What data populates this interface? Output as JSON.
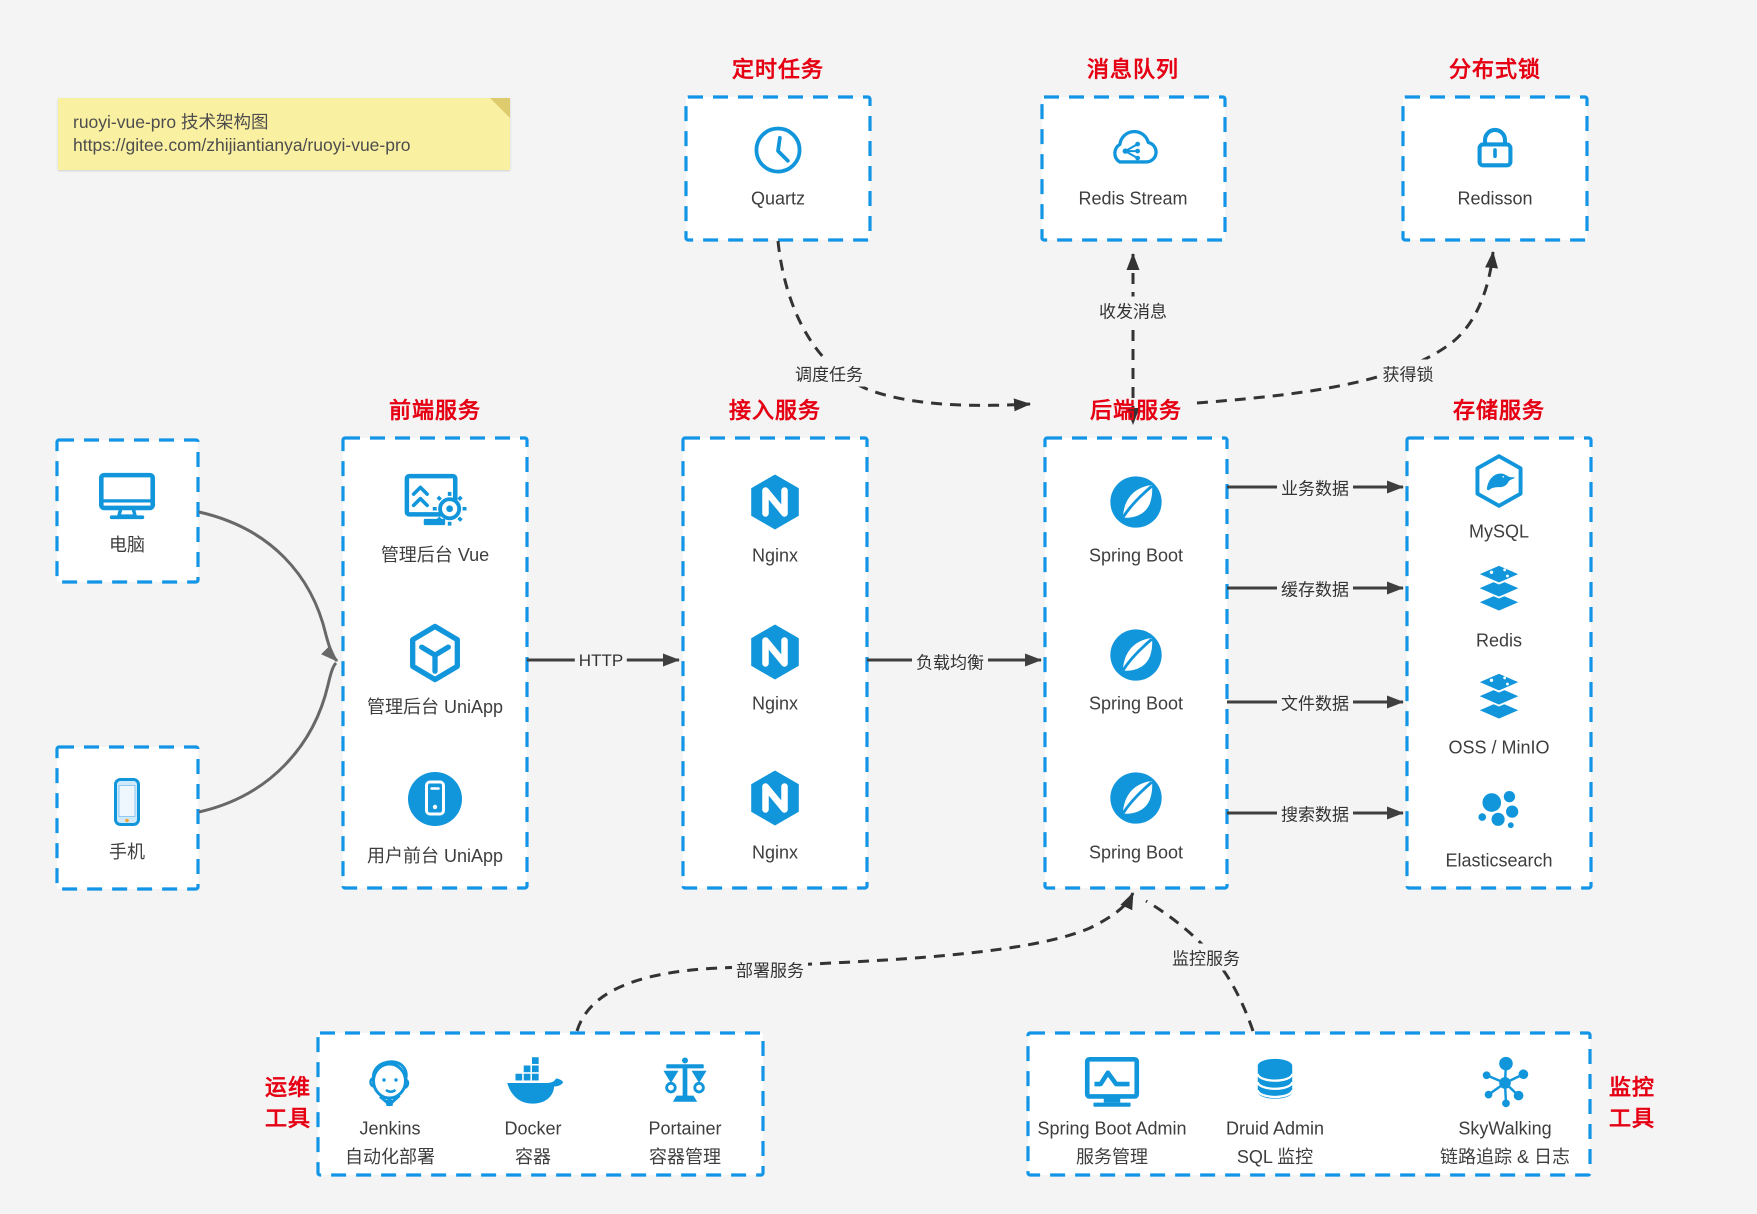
{
  "note": {
    "line1": "ruoyi-vue-pro 技术架构图",
    "line2": "https://gitee.com/zhijiantianya/ruoyi-vue-pro"
  },
  "top_groups": [
    {
      "label": "定时任务",
      "item": "Quartz",
      "icon": "clock-icon"
    },
    {
      "label": "消息队列",
      "item": "Redis Stream",
      "icon": "cloud-share-icon"
    },
    {
      "label": "分布式锁",
      "item": "Redisson",
      "icon": "lock-icon"
    }
  ],
  "clients": [
    {
      "label": "电脑",
      "icon": "desktop-icon"
    },
    {
      "label": "手机",
      "icon": "phone-icon"
    }
  ],
  "columns": [
    {
      "label": "前端服务",
      "items": [
        {
          "label": "管理后台 Vue"
        },
        {
          "label": "管理后台 UniApp"
        },
        {
          "label": "用户前台 UniApp"
        }
      ]
    },
    {
      "label": "接入服务",
      "items": [
        {
          "label": "Nginx"
        },
        {
          "label": "Nginx"
        },
        {
          "label": "Nginx"
        }
      ]
    },
    {
      "label": "后端服务",
      "items": [
        {
          "label": "Spring Boot"
        },
        {
          "label": "Spring Boot"
        },
        {
          "label": "Spring Boot"
        }
      ]
    },
    {
      "label": "存储服务",
      "items": [
        {
          "label": "MySQL"
        },
        {
          "label": "Redis"
        },
        {
          "label": "OSS / MinIO"
        },
        {
          "label": "Elasticsearch"
        }
      ]
    }
  ],
  "edges": {
    "http": "HTTP",
    "load_balance": "负载均衡",
    "schedule": "调度任务",
    "message": "收发消息",
    "lock": "获得锁",
    "data_flows": [
      "业务数据",
      "缓存数据",
      "文件数据",
      "搜索数据"
    ],
    "deploy": "部署服务",
    "monitor": "监控服务"
  },
  "bottom_groups": [
    {
      "label_line1": "运维",
      "label_line2": "工具",
      "items": [
        {
          "name": "Jenkins",
          "desc": "自动化部署"
        },
        {
          "name": "Docker",
          "desc": "容器"
        },
        {
          "name": "Portainer",
          "desc": "容器管理"
        }
      ]
    },
    {
      "label_line1": "监控",
      "label_line2": "工具",
      "items": [
        {
          "name": "Spring Boot Admin",
          "desc": "服务管理"
        },
        {
          "name": "Druid Admin",
          "desc": "SQL 监控"
        },
        {
          "name": "SkyWalking",
          "desc": "链路追踪 & 日志"
        }
      ]
    }
  ],
  "colors": {
    "icon_blue": "#1296db",
    "box_border_blue": "#1295e7",
    "label_red": "#e60014",
    "note_bg": "#faf0a2",
    "background": "#f3f4f3",
    "arrow_dark": "#3f3f3f",
    "arrow_gray": "#686868"
  }
}
